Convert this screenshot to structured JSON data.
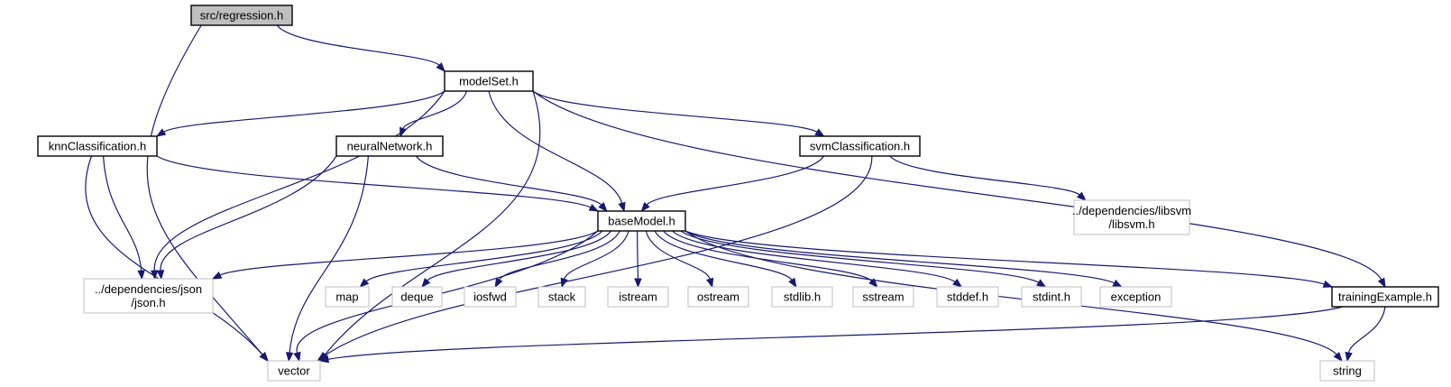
{
  "nodes": {
    "regression": {
      "lines": [
        "src/regression.h"
      ],
      "style": "root"
    },
    "modelSet": {
      "lines": [
        "modelSet.h"
      ],
      "style": "internal"
    },
    "knn": {
      "lines": [
        "knnClassification.h"
      ],
      "style": "internal"
    },
    "neural": {
      "lines": [
        "neuralNetwork.h"
      ],
      "style": "internal"
    },
    "svm": {
      "lines": [
        "svmClassification.h"
      ],
      "style": "internal"
    },
    "baseModel": {
      "lines": [
        "baseModel.h"
      ],
      "style": "internal"
    },
    "libsvm": {
      "lines": [
        "../dependencies/libsvm",
        "/libsvm.h"
      ],
      "style": "external"
    },
    "json": {
      "lines": [
        "../dependencies/json",
        "/json.h"
      ],
      "style": "external"
    },
    "map": {
      "lines": [
        "map"
      ],
      "style": "external"
    },
    "deque": {
      "lines": [
        "deque"
      ],
      "style": "external"
    },
    "iosfwd": {
      "lines": [
        "iosfwd"
      ],
      "style": "external"
    },
    "stack": {
      "lines": [
        "stack"
      ],
      "style": "external"
    },
    "istream": {
      "lines": [
        "istream"
      ],
      "style": "external"
    },
    "ostream": {
      "lines": [
        "ostream"
      ],
      "style": "external"
    },
    "stdlib": {
      "lines": [
        "stdlib.h"
      ],
      "style": "external"
    },
    "sstream": {
      "lines": [
        "sstream"
      ],
      "style": "external"
    },
    "stddef": {
      "lines": [
        "stddef.h"
      ],
      "style": "external"
    },
    "stdint": {
      "lines": [
        "stdint.h"
      ],
      "style": "external"
    },
    "exception": {
      "lines": [
        "exception"
      ],
      "style": "external"
    },
    "training": {
      "lines": [
        "trainingExample.h"
      ],
      "style": "internal"
    },
    "vector": {
      "lines": [
        "vector"
      ],
      "style": "external"
    },
    "string": {
      "lines": [
        "string"
      ],
      "style": "external"
    }
  },
  "edges": [
    [
      "regression",
      "modelSet"
    ],
    [
      "regression",
      "vector"
    ],
    [
      "modelSet",
      "knn"
    ],
    [
      "modelSet",
      "neural"
    ],
    [
      "modelSet",
      "svm"
    ],
    [
      "modelSet",
      "baseModel"
    ],
    [
      "modelSet",
      "json"
    ],
    [
      "modelSet",
      "vector"
    ],
    [
      "modelSet",
      "training"
    ],
    [
      "knn",
      "baseModel"
    ],
    [
      "knn",
      "json"
    ],
    [
      "knn",
      "vector"
    ],
    [
      "neural",
      "baseModel"
    ],
    [
      "neural",
      "json"
    ],
    [
      "neural",
      "vector"
    ],
    [
      "svm",
      "baseModel"
    ],
    [
      "svm",
      "libsvm"
    ],
    [
      "svm",
      "vector"
    ],
    [
      "baseModel",
      "json"
    ],
    [
      "baseModel",
      "vector"
    ],
    [
      "baseModel",
      "map"
    ],
    [
      "baseModel",
      "deque"
    ],
    [
      "baseModel",
      "iosfwd"
    ],
    [
      "baseModel",
      "stack"
    ],
    [
      "baseModel",
      "istream"
    ],
    [
      "baseModel",
      "ostream"
    ],
    [
      "baseModel",
      "stdlib"
    ],
    [
      "baseModel",
      "sstream"
    ],
    [
      "baseModel",
      "stddef"
    ],
    [
      "baseModel",
      "stdint"
    ],
    [
      "baseModel",
      "exception"
    ],
    [
      "baseModel",
      "string"
    ],
    [
      "baseModel",
      "training"
    ],
    [
      "training",
      "vector"
    ],
    [
      "training",
      "string"
    ]
  ],
  "colors": {
    "edge": "#191970",
    "root_fill": "#bfbfbf",
    "external_border": "#bfbfbf",
    "internal_border": "#000000"
  }
}
